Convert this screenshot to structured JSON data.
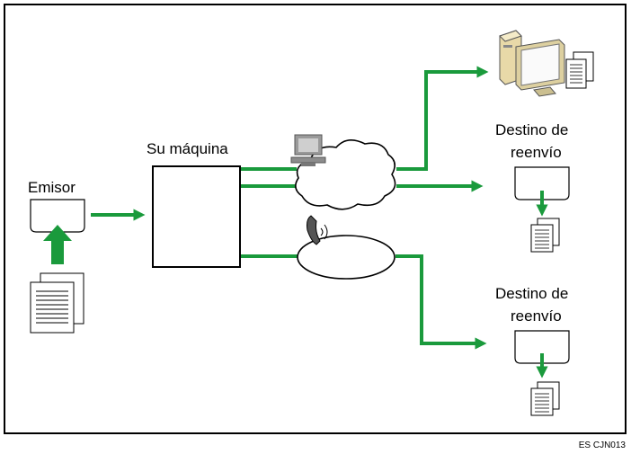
{
  "labels": {
    "sender": "Emisor",
    "your_machine": "Su máquina",
    "forward_dest_1_line1": "Destino de",
    "forward_dest_1_line2": "reenvío",
    "forward_dest_2_line1": "Destino de",
    "forward_dest_2_line2": "reenvío",
    "figure_code": "ES CJN013"
  },
  "colors": {
    "arrow": "#1a9a3c",
    "border": "#000000"
  },
  "icons": [
    "document-icon",
    "computer-icon",
    "network-cloud-icon",
    "telephone-icon",
    "fax-machine-icon"
  ]
}
